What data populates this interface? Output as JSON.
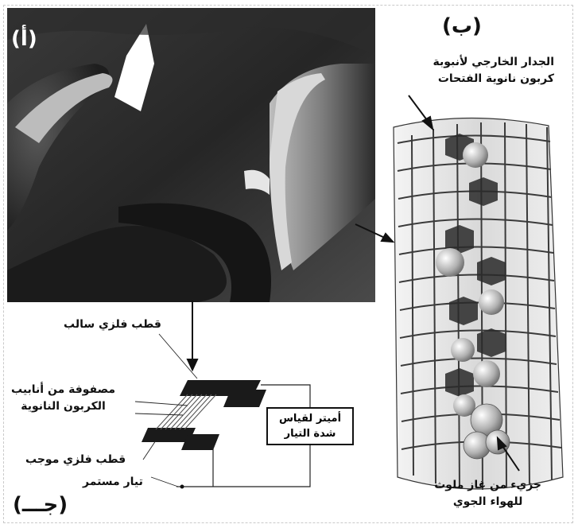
{
  "panels": {
    "a": "(أ)",
    "b": "(ب)",
    "c": "(جـــ)"
  },
  "callouts": {
    "outer_wall_line1": "الجدار الخارجي لأنبوبة",
    "outer_wall_line2": "كربون نانوية الفتحات",
    "molecule_line1": "جزيء من غاز ملوث",
    "molecule_line2": "للهواء الجوي",
    "negative_electrode": "قطب فلزي سالب",
    "array_line1": "مصفوفة من أنابيب",
    "array_line2": "الكربون النانوية",
    "positive_electrode": "قطب فلزي موجب",
    "direct_current": "تيار مستمر",
    "ammeter_line1": "أميتر لقياس",
    "ammeter_line2": "شدة التيار"
  }
}
